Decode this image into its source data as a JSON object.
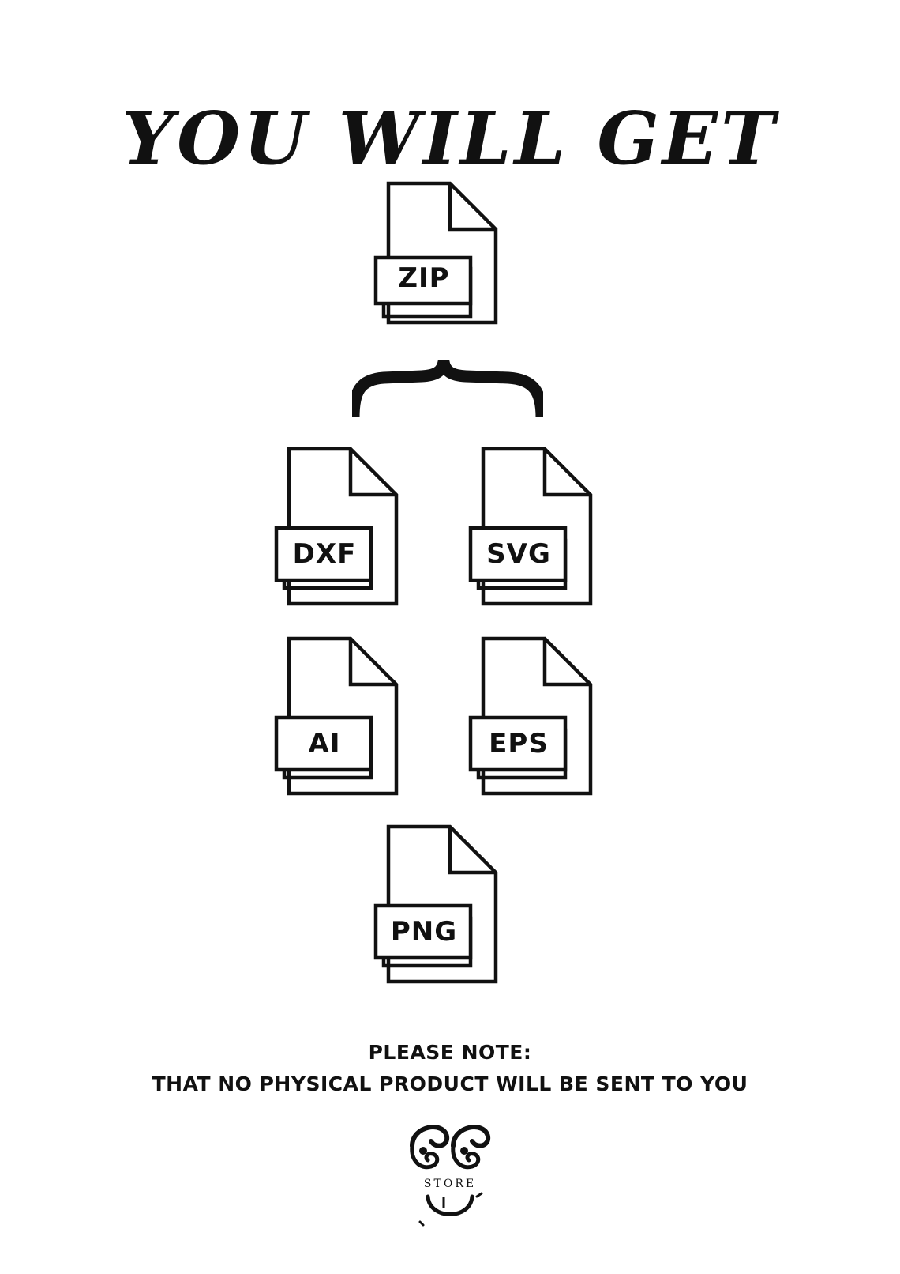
{
  "page": {
    "title": "YOU WILL GET"
  },
  "files": [
    {
      "label": "ZIP",
      "icon": "zip-file-icon"
    },
    {
      "label": "DXF",
      "icon": "dxf-file-icon"
    },
    {
      "label": "SVG",
      "icon": "svg-file-icon"
    },
    {
      "label": "AI",
      "icon": "ai-file-icon"
    },
    {
      "label": "EPS",
      "icon": "eps-file-icon"
    },
    {
      "label": "PNG",
      "icon": "png-file-icon"
    }
  ],
  "note": {
    "heading": "PLEASE NOTE:",
    "body": "THAT NO PHYSICAL PRODUCT WILL BE SENT TO YOU"
  },
  "logo": {
    "text": "STORE",
    "icon": "store-logo-icon"
  },
  "colors": {
    "ink": "#111111",
    "background": "#ffffff"
  }
}
